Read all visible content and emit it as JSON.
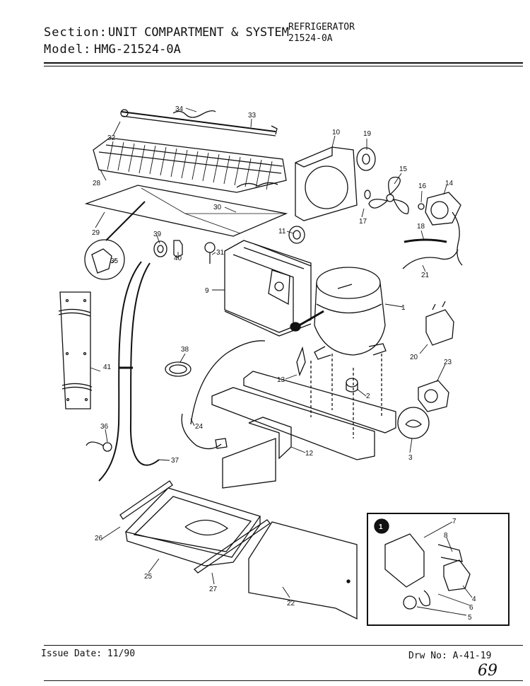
{
  "header": {
    "section_label": "Section:",
    "section_value": "UNIT COMPARTMENT & SYSTEM",
    "model_label": "Model:",
    "model_value": "HMG-21524-0A",
    "product": "REFRIGERATOR",
    "product_model": "21524-0A"
  },
  "callouts": {
    "c1": "1",
    "c2": "2",
    "c3": "3",
    "c4": "4",
    "c5": "5",
    "c6": "6",
    "c7": "7",
    "c8": "8",
    "c9": "9",
    "c10": "10",
    "c11": "11",
    "c12": "12",
    "c13": "13",
    "c14": "14",
    "c15": "15",
    "c16": "16",
    "c17": "17",
    "c18": "18",
    "c19": "19",
    "c20": "20",
    "c21": "21",
    "c22": "22",
    "c23": "23",
    "c24": "24",
    "c25": "25",
    "c26": "26",
    "c27": "27",
    "c28": "28",
    "c29": "29",
    "c30": "30",
    "c31": "31",
    "c32": "32",
    "c33": "33",
    "c34": "34",
    "c35": "35",
    "c36": "36",
    "c37": "37",
    "c38": "38",
    "c39": "39",
    "c40": "40",
    "c41": "41"
  },
  "footer": {
    "issue_date": "Issue Date: 11/90",
    "drawing_no": "Drw No: A-41-19",
    "page_mark": "69"
  }
}
